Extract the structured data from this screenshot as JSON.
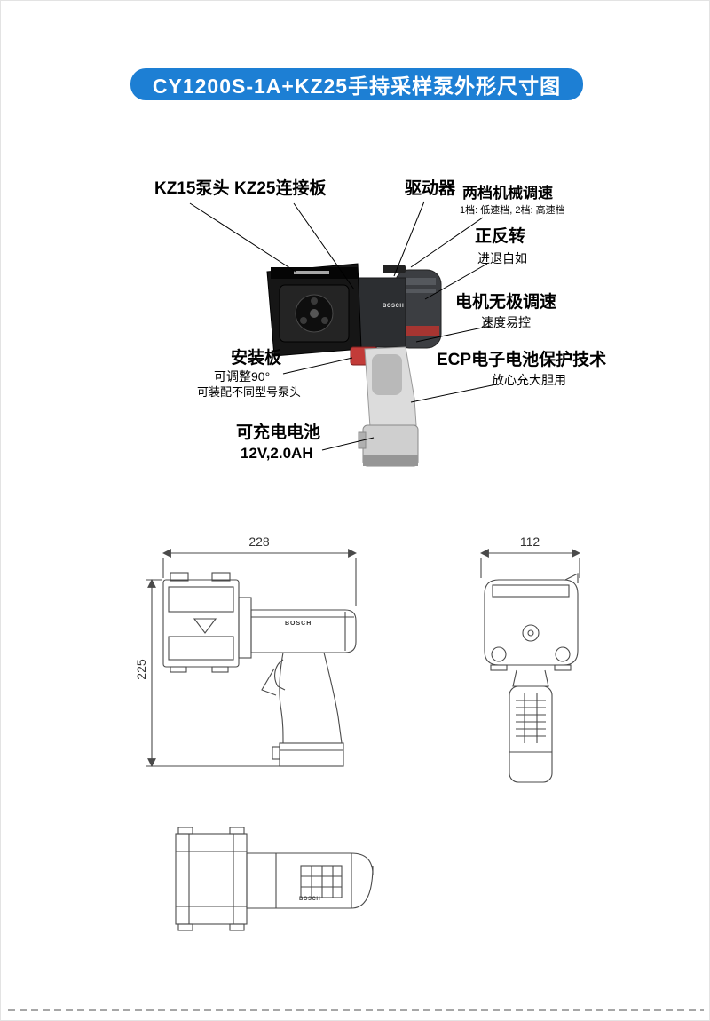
{
  "page": {
    "title": "CY1200S-1A+KZ25手持采样泵外形尺寸图",
    "accent_color": "#1d7fd4"
  },
  "brand": "BOSCH",
  "callouts": {
    "kz15": "KZ15泵头",
    "kz25": "KZ25连接板",
    "driver": "驱动器",
    "mech": {
      "label": "两档机械调速",
      "sub": "1档: 低速档, 2档: 高速档"
    },
    "reverse": {
      "label": "正反转",
      "sub": "进退自如"
    },
    "motor": {
      "label": "电机无极调速",
      "sub": "速度易控"
    },
    "ecp": {
      "label": "ECP电子电池保护技术",
      "sub": "放心充大胆用"
    },
    "mount": {
      "label": "安装板",
      "sub1": "可调整90°",
      "sub2": "可装配不同型号泵头"
    },
    "battery": {
      "label": "可充电电池",
      "sub": "12V,2.0AH"
    }
  },
  "dimensions": {
    "width_mm": "228",
    "height_mm": "225",
    "depth_mm": "112"
  }
}
